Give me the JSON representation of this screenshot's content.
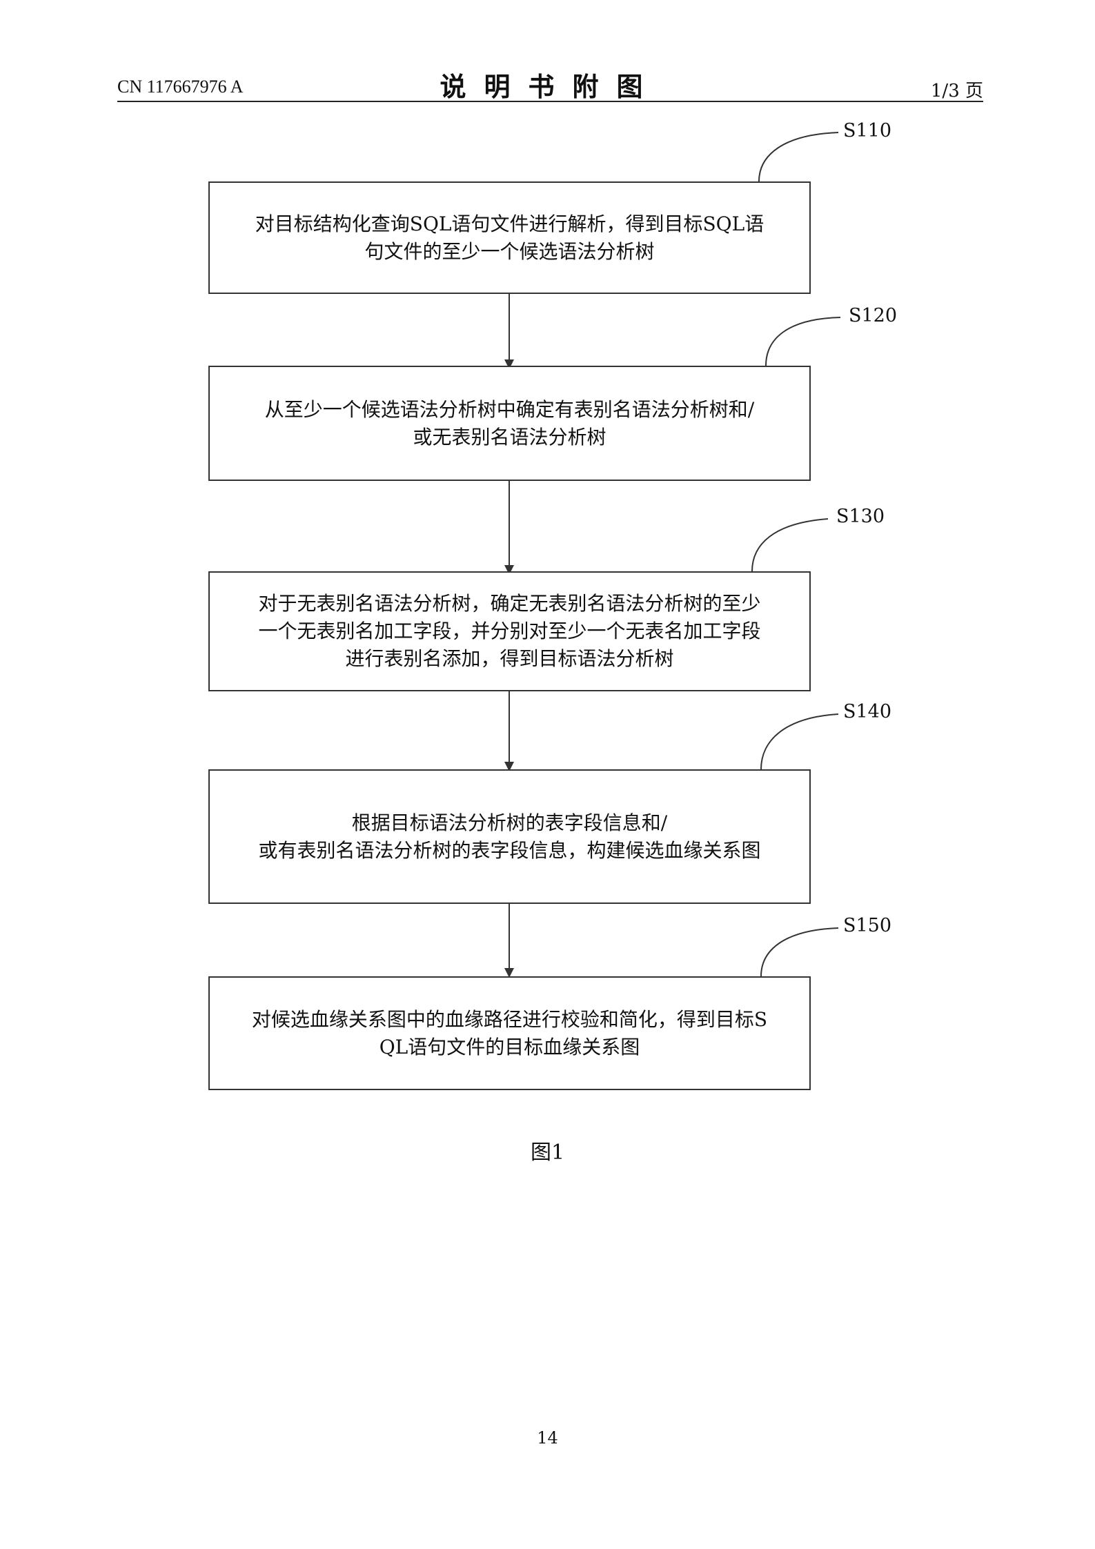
{
  "header": {
    "doc_id": "CN 117667976 A",
    "title": "说明书附图",
    "page_of": "1/3 页"
  },
  "steps": [
    {
      "label": "S110",
      "lines": [
        "对目标结构化查询SQL语句文件进行解析，得到目标SQL语",
        "句文件的至少一个候选语法分析树"
      ]
    },
    {
      "label": "S120",
      "lines": [
        "从至少一个候选语法分析树中确定有表别名语法分析树和/",
        "或无表别名语法分析树"
      ]
    },
    {
      "label": "S130",
      "lines": [
        "对于无表别名语法分析树，确定无表别名语法分析树的至少",
        "一个无表别名加工字段，并分别对至少一个无表名加工字段",
        "进行表别名添加，得到目标语法分析树"
      ]
    },
    {
      "label": "S140",
      "lines": [
        "根据目标语法分析树的表字段信息和/",
        "或有表别名语法分析树的表字段信息，构建候选血缘关系图"
      ]
    },
    {
      "label": "S150",
      "lines": [
        "对候选血缘关系图中的血缘路径进行校验和简化，得到目标S",
        "QL语句文件的目标血缘关系图"
      ]
    }
  ],
  "figure_caption": "图1",
  "page_number": "14",
  "colors": {
    "line": "#333333",
    "text": "#111111"
  }
}
